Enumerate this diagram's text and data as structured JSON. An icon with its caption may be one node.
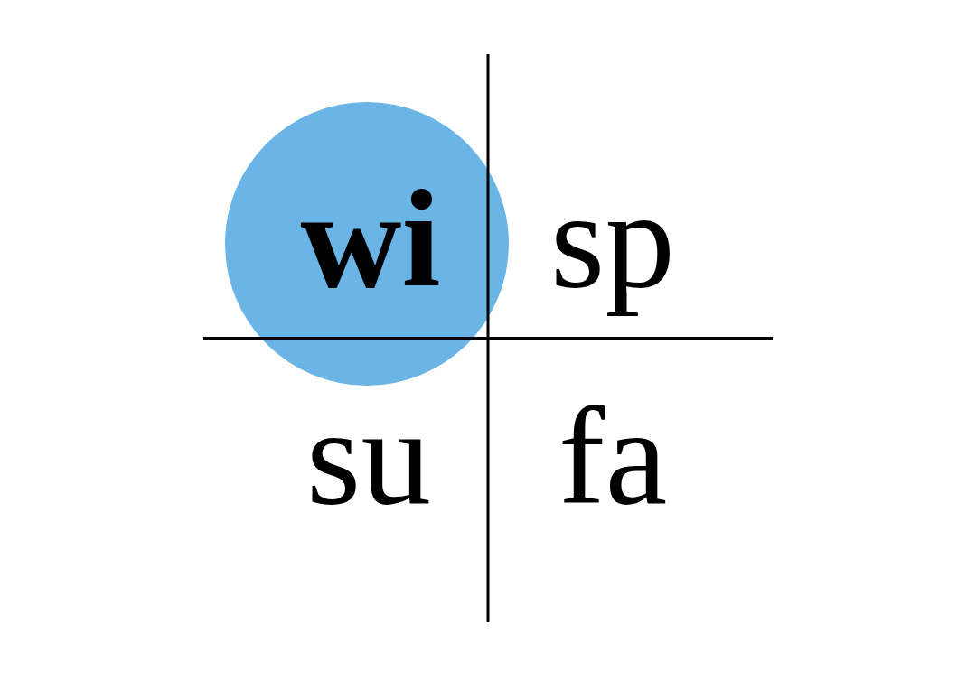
{
  "diagram": {
    "nodes": [
      {
        "text": [
          "wi"
        ]
      }
    ],
    "labels": [
      "sp",
      "su",
      "fa"
    ]
  }
}
